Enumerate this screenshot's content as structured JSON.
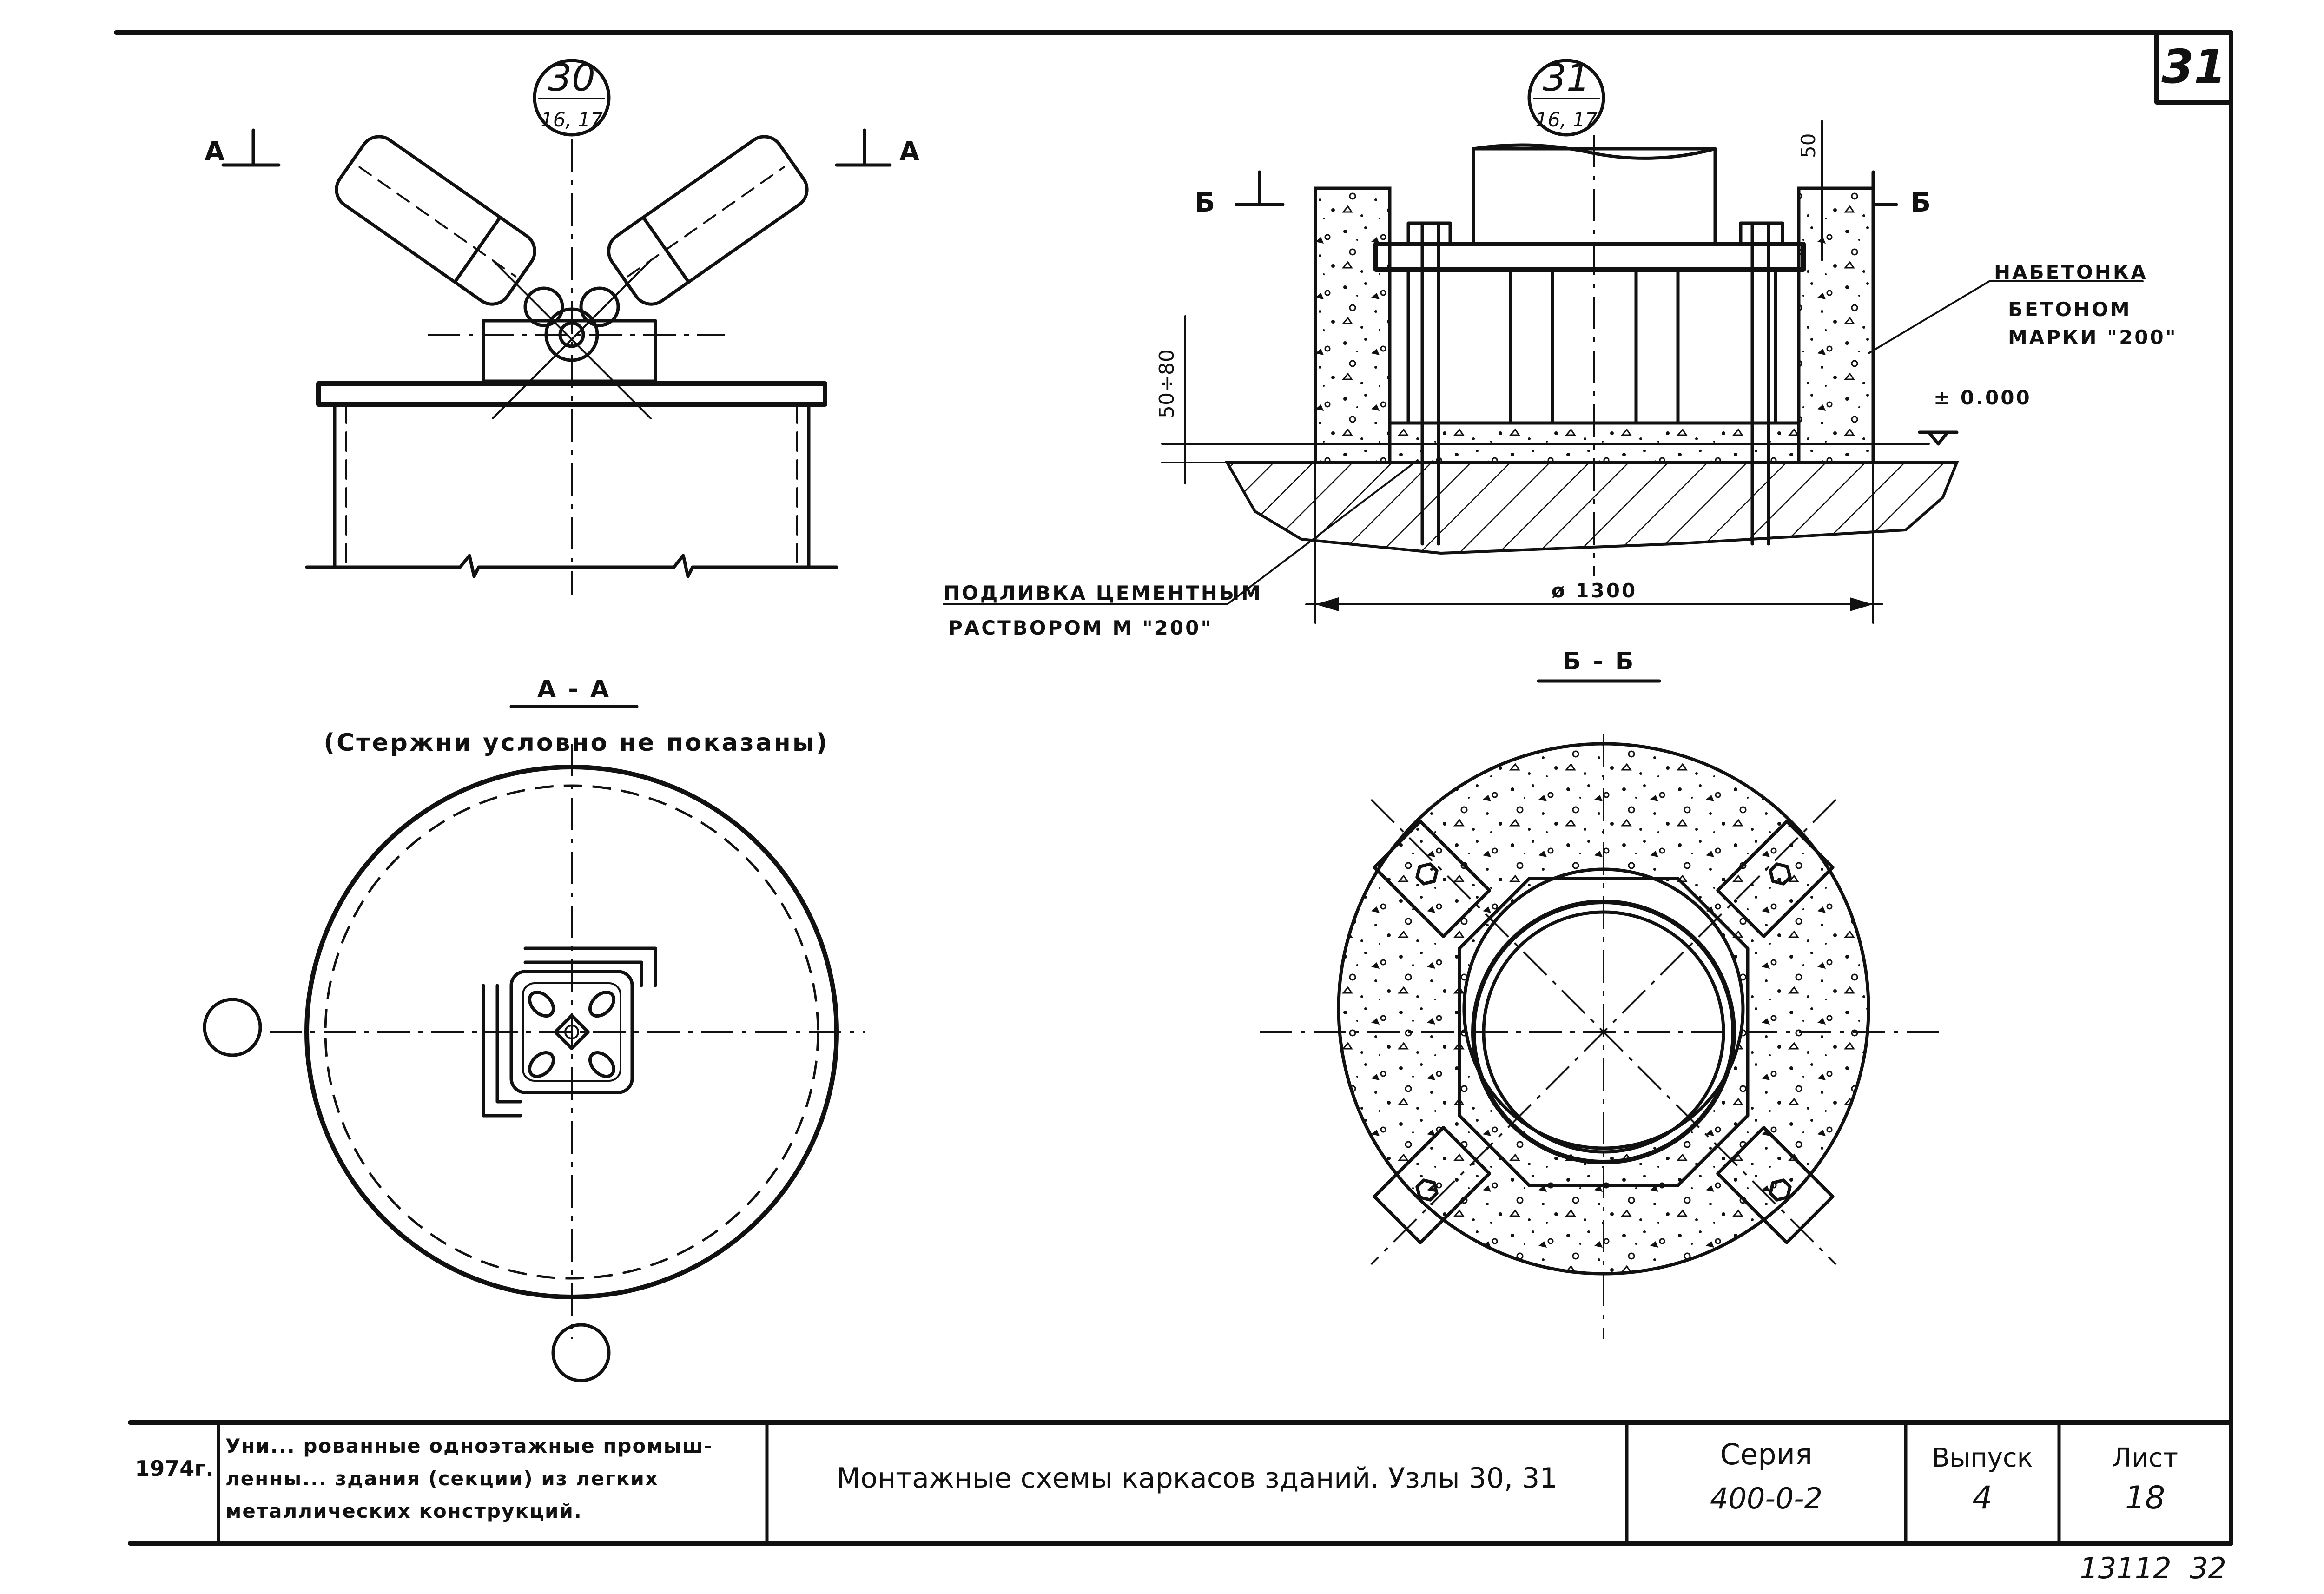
{
  "sheet": {
    "sheet_corner_number": "31",
    "bottom_numbers": "13112  32"
  },
  "node_30": {
    "callout_top": "30",
    "callout_bottom": "16, 17",
    "section_mark_left": "А",
    "section_mark_right": "А"
  },
  "node_31": {
    "callout_top": "31",
    "callout_bottom": "16, 17",
    "section_mark_left": "Б",
    "section_mark_right": "Б",
    "dim_top": "50",
    "dim_side": "50÷80",
    "dim_diameter": "ø 1300",
    "elevation": "± 0.000",
    "note_concrete_line1": "НАБЕТОНКА",
    "note_concrete_line2": "БЕТОНОМ",
    "note_concrete_line3": "МАРКИ \"200\"",
    "note_grout_line1": "ПОДЛИВКА ЦЕМЕНТНЫМ",
    "note_grout_line2": "РАСТВОРОМ М \"200\""
  },
  "section_aa": {
    "title": "А - А",
    "subtitle": "(Стержни условно не показаны)"
  },
  "section_bb": {
    "title": "Б - Б"
  },
  "title_block": {
    "year": "1974г.",
    "desc_line1": "Уни... рованные одноэтажные промыш-",
    "desc_line2": "ленны... здания (секции) из легких",
    "desc_line3": "металлических конструкций.",
    "title": "Монтажные схемы каркасов зданий. Узлы 30, 31",
    "series_label": "Серия",
    "series_value": "400-0-2",
    "issue_label": "Выпуск",
    "issue_value": "4",
    "sheet_label": "Лист",
    "sheet_value": "18"
  }
}
